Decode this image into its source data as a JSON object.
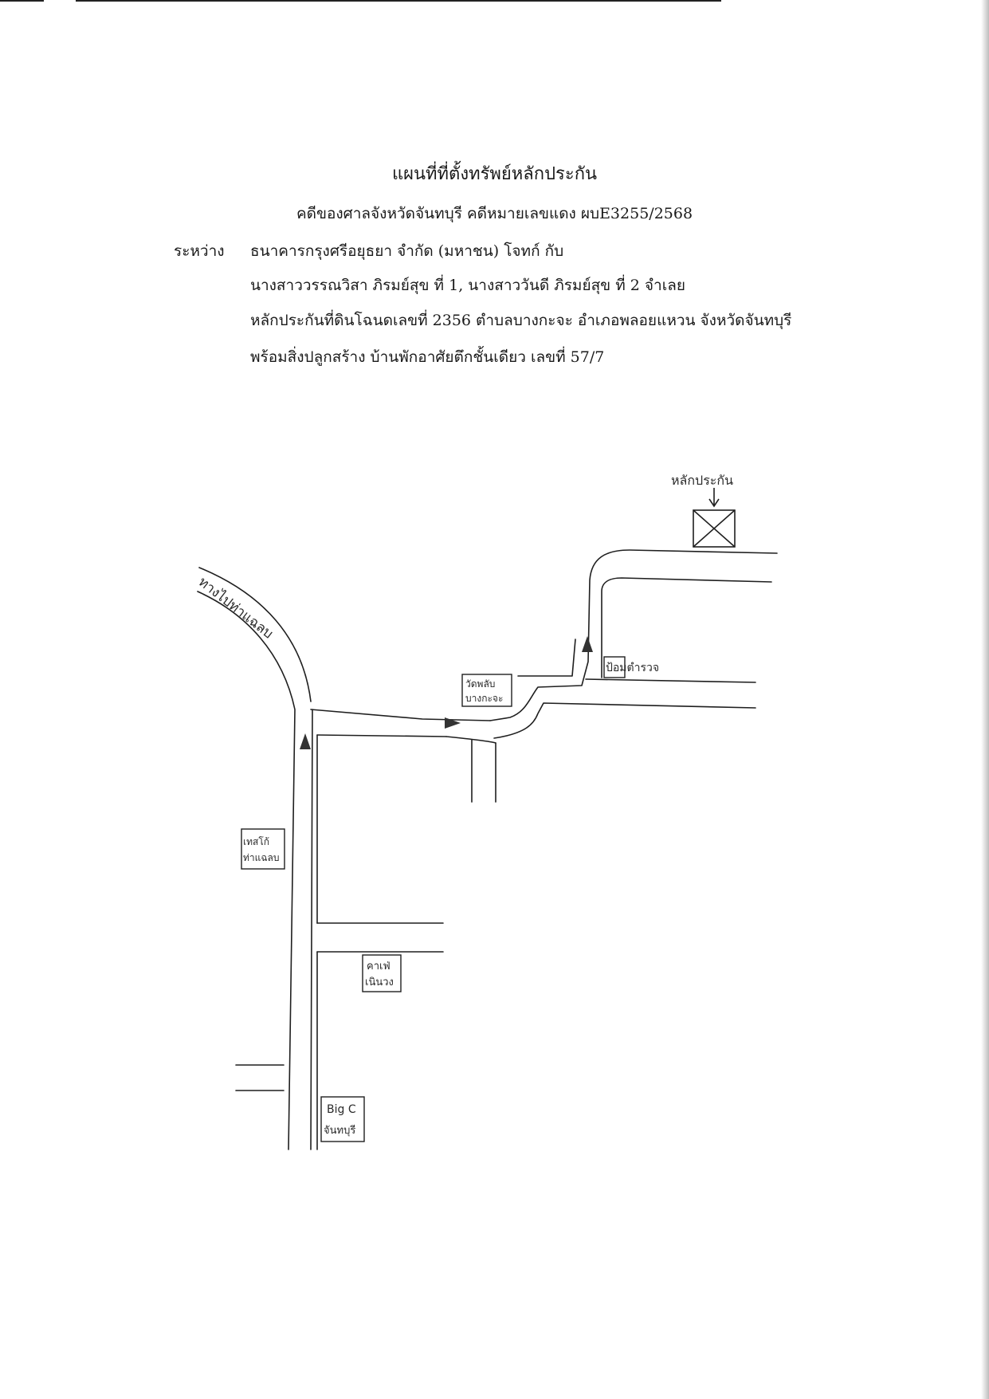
{
  "header": {
    "title": "แผนที่ที่ตั้งทรัพย์หลักประกัน",
    "court_line": "คดีของศาลจังหวัดจันทบุรี คดีหมายเลขแดง ผบE3255/2568",
    "between_label": "ระหว่าง",
    "parties_line_1": "ธนาคารกรุงศรีอยุธยา จำกัด (มหาชน) โจทก์ กับ",
    "parties_line_2": "นางสาววรรณวิสา ภิรมย์สุข ที่ 1, นางสาววันดี ภิรมย์สุข ที่ 2 จำเลย",
    "collateral_line": "หลักประกันที่ดินโฉนดเลขที่ 2356 ตำบลบางกะจะ อำเภอพลอยแหวน จังหวัดจันทบุรี",
    "building_line": "พร้อมสิ่งปลูกสร้าง บ้านพักอาศัยตึกชั้นเดียว เลขที่ 57/7"
  },
  "map": {
    "collateral_label": "หลักประกัน",
    "road_label": "ทางไปท่าแฉลบ",
    "landmarks": {
      "temple": [
        "วัดพลับ",
        "บางกะจะ"
      ],
      "police_box": "ป้อมตำรวจ",
      "tesco": [
        "เทสโก้",
        "ท่าแฉลบ"
      ],
      "cafe": [
        "คาเฟ่",
        "เนินวง"
      ],
      "bigc": [
        "Big C",
        "จันทบุรี"
      ]
    }
  }
}
